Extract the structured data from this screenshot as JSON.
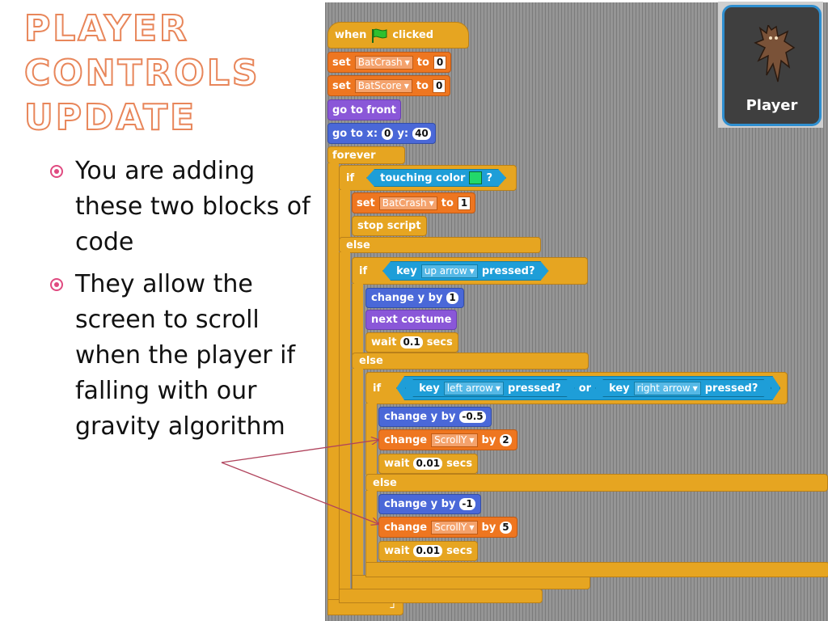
{
  "slide": {
    "title_lines": [
      "PLAYER",
      "CONTROLS",
      "UPDATE"
    ],
    "bullets": [
      "You are adding these two blocks of code",
      "They allow the screen to scroll when the player if falling with our gravity algorithm"
    ]
  },
  "sprite": {
    "name": "Player",
    "icon": "bat-sprite-icon"
  },
  "script": {
    "hat": {
      "when": "when",
      "clicked": "clicked",
      "icon": "green-flag-icon"
    },
    "set_label": "set",
    "to_label": "to",
    "by_label": "by",
    "change_label": "change",
    "change_y_label": "change y by",
    "go_front": "go to front",
    "go_to_x": "go to x:",
    "y_label": "y:",
    "forever": "forever",
    "if_label": "if",
    "else_label": "else",
    "stop_script": "stop script",
    "next_costume": "next costume",
    "wait_label": "wait",
    "secs_label": "secs",
    "touching_color": "touching color",
    "question_mark": "?",
    "key_label": "key",
    "pressed": "pressed?",
    "or_label": "or",
    "var_batcrash": "BatCrash",
    "var_batscore": "BatScore",
    "var_scrolly": "ScrollY",
    "key_up": "up arrow",
    "key_left": "left arrow",
    "key_right": "right arrow",
    "values": {
      "batcrash_init": "0",
      "batscore_init": "0",
      "goto_x": "0",
      "goto_y": "40",
      "batcrash_hit": "1",
      "up_change_y": "1",
      "up_wait": "0.1",
      "lr_change_y": "-0.5",
      "lr_scroll": "2",
      "lr_wait": "0.01",
      "fall_change_y": "-1",
      "fall_scroll": "5",
      "fall_wait": "0.01"
    },
    "colors": {
      "control": "#e6a521",
      "variables": "#ee7620",
      "motion": "#4a68d8",
      "looks": "#8a57d8",
      "sensing": "#1e9ed8",
      "touch_swatch": "#22d86a"
    }
  }
}
